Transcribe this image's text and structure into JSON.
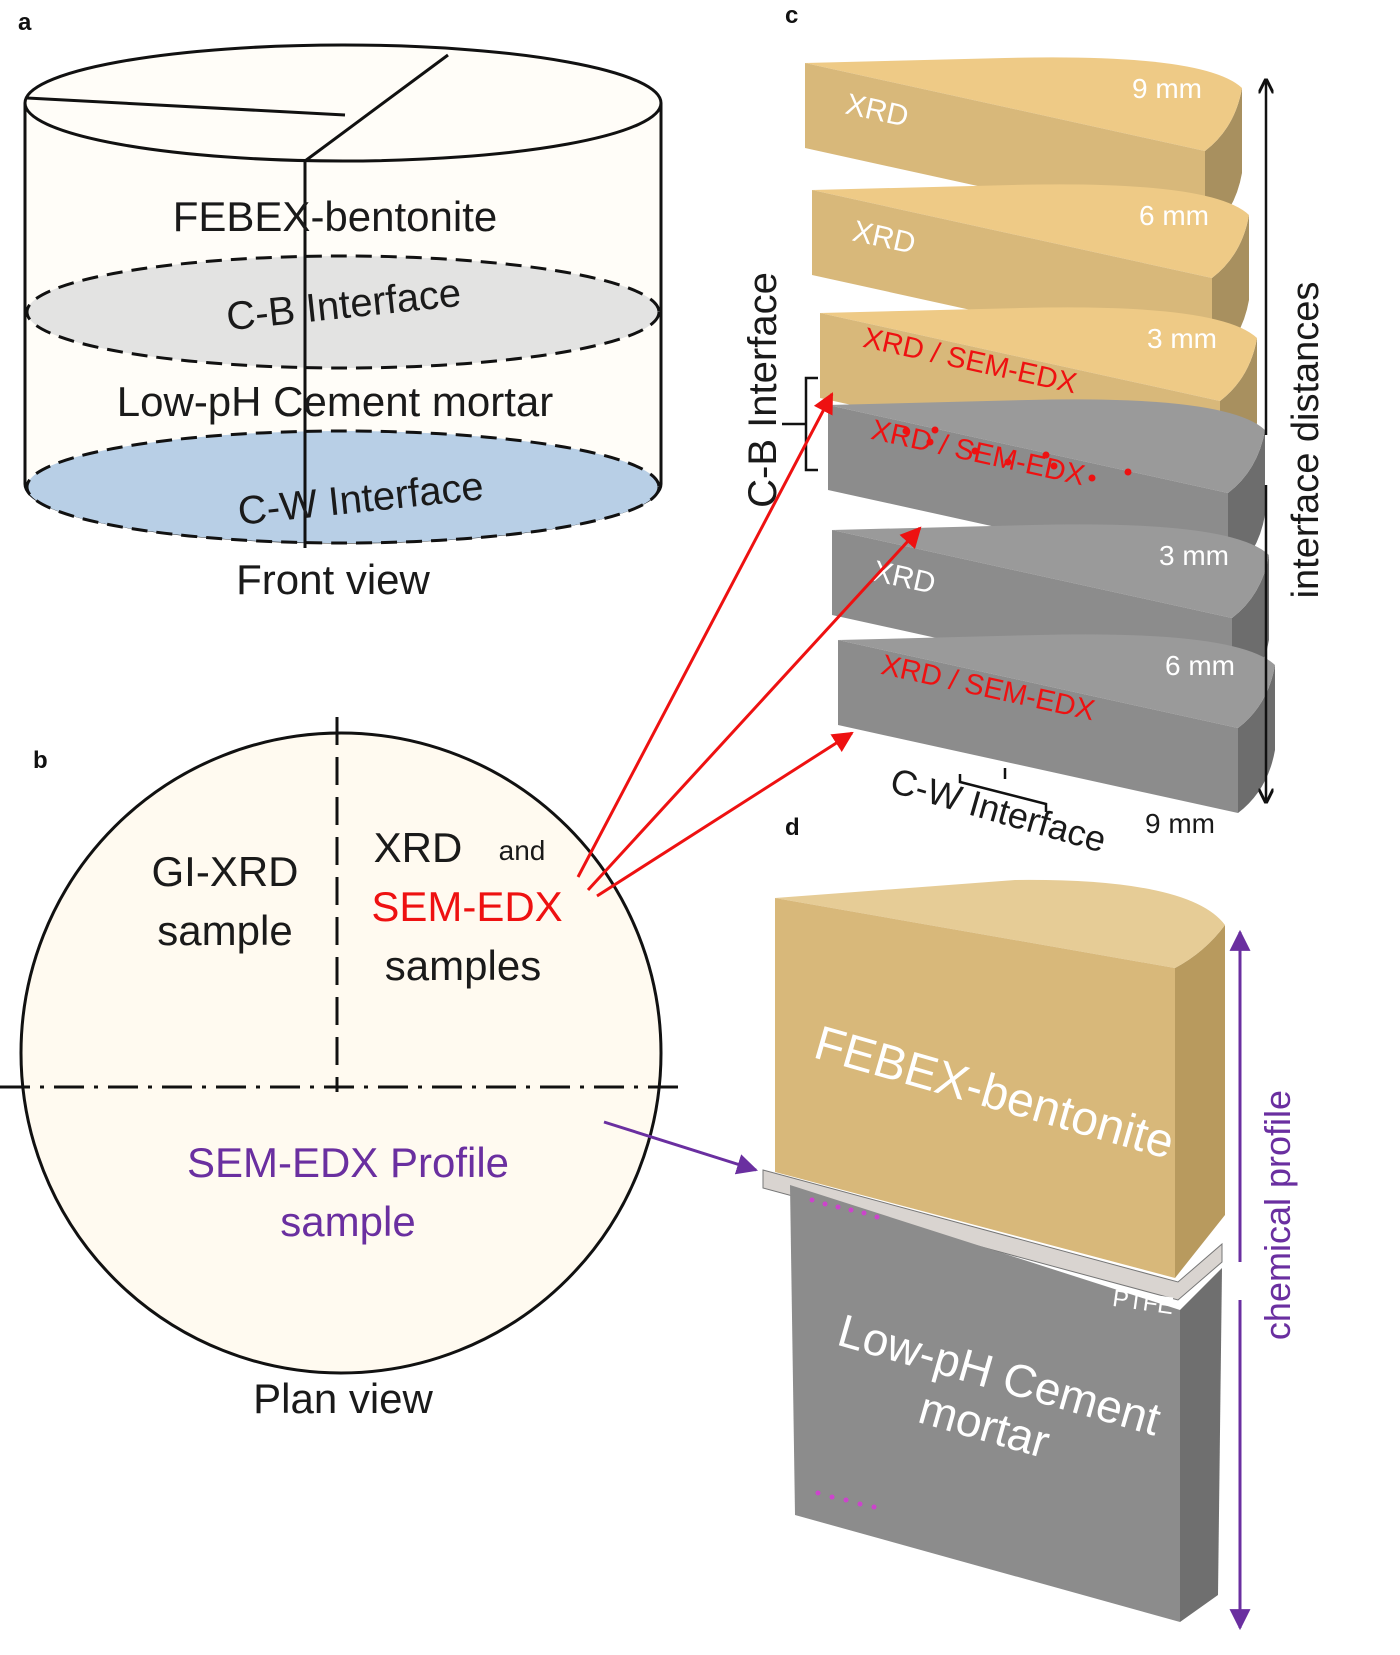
{
  "panels": {
    "a": {
      "label": "a",
      "bentonite": "FEBEX-bentonite",
      "cb_interface": "C-B Interface",
      "mortar": "Low-pH Cement mortar",
      "cw_interface": "C-W Interface",
      "view": "Front view"
    },
    "b": {
      "label": "b",
      "gixrd_line1": "GI-XRD",
      "gixrd_line2": "sample",
      "xrd": "XRD",
      "and": "and",
      "sem_edx": "SEM-EDX",
      "samples": "samples",
      "profile_line1": "SEM-EDX Profile",
      "profile_line2": "sample",
      "view": "Plan view"
    },
    "c": {
      "label": "c",
      "slices": [
        {
          "label": "XRD",
          "distance": "9 mm",
          "material": "bentonite"
        },
        {
          "label": "XRD",
          "distance": "6 mm",
          "material": "bentonite"
        },
        {
          "label": "XRD / SEM-EDX",
          "distance": "3 mm",
          "material": "bentonite"
        },
        {
          "label": "XRD / SEM-EDX",
          "distance": "",
          "material": "mortar"
        },
        {
          "label": "XRD",
          "distance": "3 mm",
          "material": "mortar"
        },
        {
          "label": "XRD / SEM-EDX",
          "distance": "6 mm",
          "material": "mortar"
        }
      ],
      "bottom_distance": "9 mm",
      "cb_interface": "C-B Interface",
      "cw_interface": "C-W Interface",
      "axis_label": "interface distances"
    },
    "d": {
      "label": "d",
      "bentonite": "FEBEX-bentonite",
      "ptfe": "PTFE",
      "mortar_line1": "Low-pH Cement",
      "mortar_line2": "mortar",
      "axis_label": "chemical profile"
    }
  },
  "colors": {
    "bentonite": "#d8b87a",
    "mortar": "#8c8c8c",
    "red": "#ee1111",
    "purple": "#6a2fa0",
    "cb_fill": "#d9d9d9",
    "cw_fill": "#b8cfe6",
    "cylinder": "#fffdf8"
  }
}
